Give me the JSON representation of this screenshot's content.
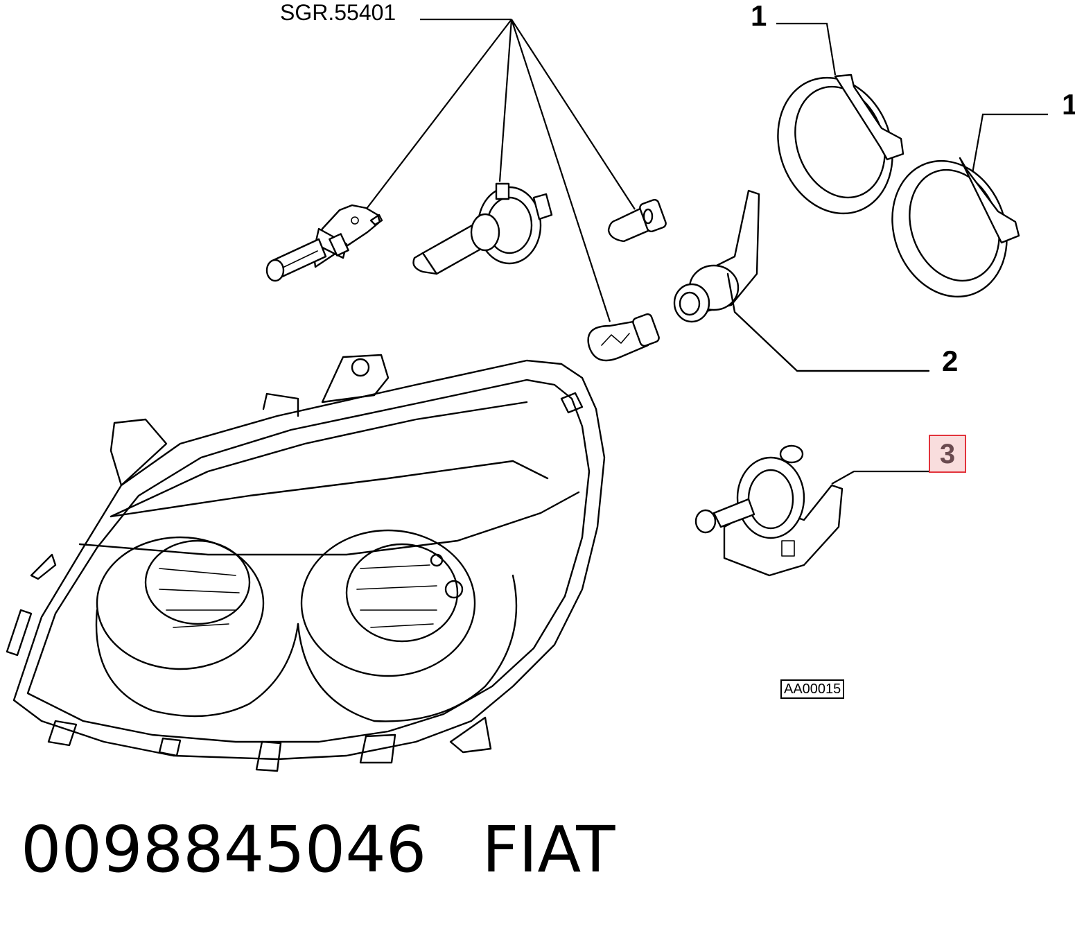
{
  "group_reference": "SGR.55401",
  "callouts": [
    {
      "label": "1",
      "part": "lamp cover cap"
    },
    {
      "label": "1",
      "part": "lamp cover cap"
    },
    {
      "label": "2",
      "part": "bulb holder"
    },
    {
      "label": "3",
      "part": "headlamp leveling motor",
      "highlighted": true
    }
  ],
  "figure_code": "AA00015",
  "part_number": "0098845046",
  "brand": "FIAT",
  "colors": {
    "line": "#000000",
    "highlight_border": "#e2333b",
    "highlight_fill": "#f9dddd",
    "highlight_text": "#6a4a4f",
    "background": "#ffffff"
  }
}
